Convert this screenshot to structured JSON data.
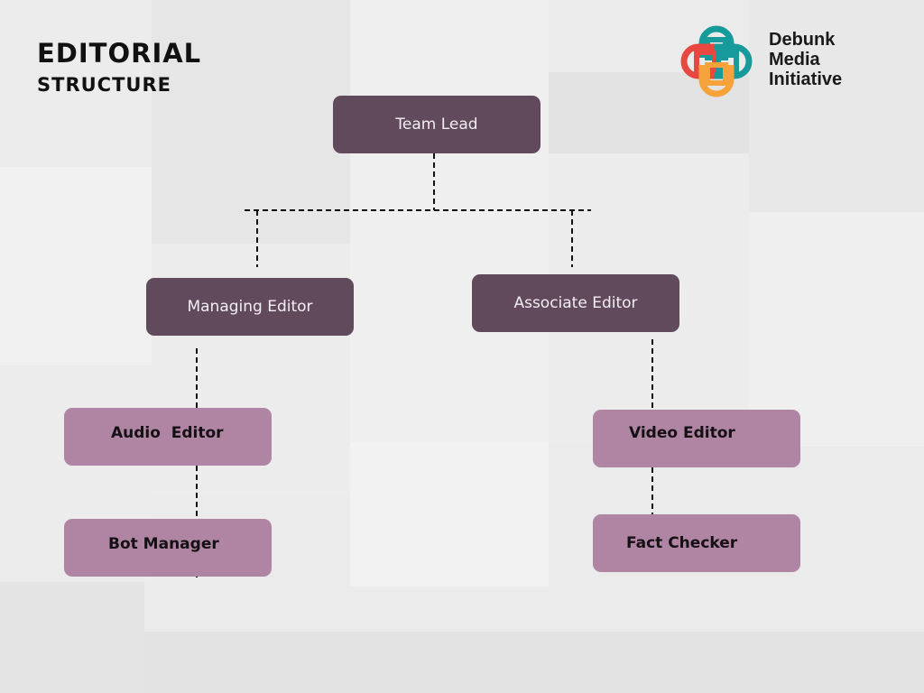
{
  "header": {
    "title": "EDITORIAL",
    "subtitle": "STRUCTURE"
  },
  "brand": {
    "line1": "Debunk",
    "line2": "Media",
    "line3": "Initiative",
    "colors": {
      "teal": "#169a9a",
      "red": "#e8483f",
      "orange": "#f6a33b"
    }
  },
  "chart": {
    "team_lead": "Team Lead",
    "managing_editor": "Managing Editor",
    "associate_editor": "Associate Editor",
    "audio_editor": "Audio  Editor",
    "bot_manager": "Bot Manager",
    "video_editor": "Video Editor",
    "fact_checker": "Fact Checker"
  },
  "colors": {
    "dark_node": "#614a5c",
    "light_node": "#af85a3",
    "background": "#ebebeb"
  }
}
